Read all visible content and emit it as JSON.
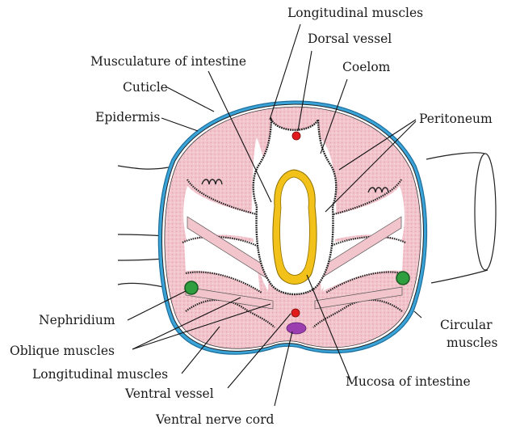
{
  "labels": {
    "longitudinal_muscles_top": "Longitudinal muscles",
    "dorsal_vessel": "Dorsal vessel",
    "musculature_of_intestine": "Musculature of intestine",
    "coelom": "Coelom",
    "cuticle": "Cuticle",
    "peritoneum": "Peritoneum",
    "epidermis": "Epidermis",
    "nephridium": "Nephridium",
    "circular_muscles_line1": "Circular",
    "circular_muscles_line2": "muscles",
    "oblique_muscles": "Oblique muscles",
    "longitudinal_muscles_bottom": "Longitudinal muscles",
    "mucosa_of_intestine": "Mucosa of intestine",
    "ventral_vessel": "Ventral vessel",
    "ventral_nerve_cord": "Ventral nerve cord"
  },
  "colors": {
    "cuticle_epidermis": "#3aa3d8",
    "muscle": "#f2c4cc",
    "muscle_dots": "#e39aa8",
    "mucosa": "#f2c21b",
    "vessel": "#e11b1b",
    "nephridium": "#2e9e3e",
    "nerve_cord": "#9b3fb0"
  }
}
